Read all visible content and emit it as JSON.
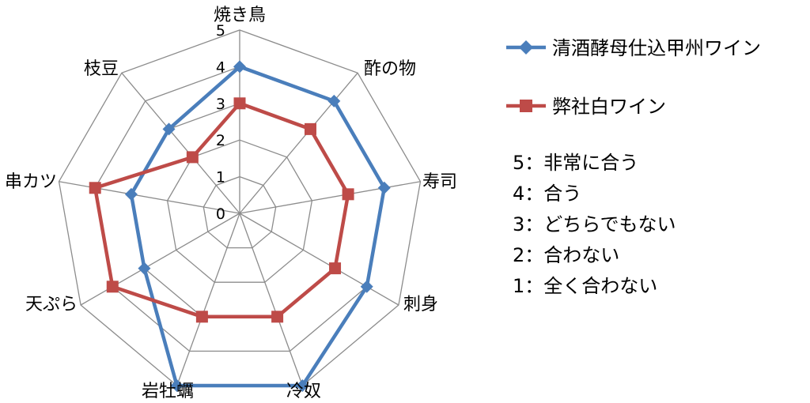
{
  "chart_data": {
    "type": "radar",
    "categories": [
      "焼き鳥",
      "酢の物",
      "寿司",
      "刺身",
      "冷奴",
      "岩牡蠣",
      "天ぷら",
      "串カツ",
      "枝豆"
    ],
    "rlim": [
      0,
      5
    ],
    "ticks": [
      "0",
      "1",
      "2",
      "3",
      "4",
      "5"
    ],
    "grid": true,
    "legend_position": "right",
    "series": [
      {
        "name": "清酒酵母仕込甲州ワイン",
        "values": [
          4,
          4,
          4,
          4,
          5,
          5,
          3,
          3,
          3
        ],
        "color": "#4a7ebb",
        "marker": "diamond"
      },
      {
        "name": "弊社白ワイン",
        "values": [
          3,
          3,
          3,
          3,
          3,
          3,
          4,
          4,
          2
        ],
        "color": "#be4b48",
        "marker": "square"
      }
    ],
    "annotations": [
      "5：非常に合う",
      "4：合う",
      "3：どちらでもない",
      "2：合わない",
      "1：全く合わない"
    ]
  }
}
